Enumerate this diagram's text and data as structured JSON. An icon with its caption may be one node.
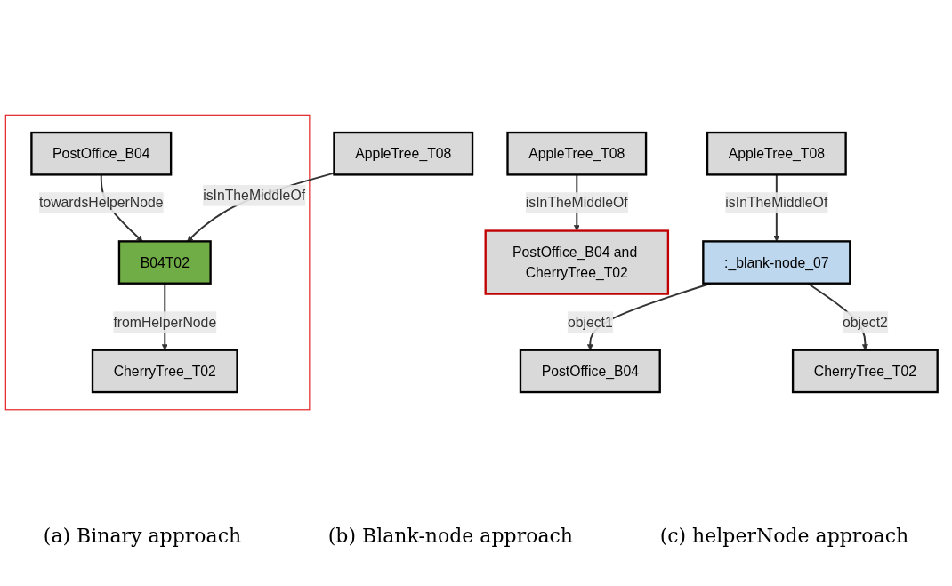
{
  "diagram": {
    "nodes": [
      {
        "text": [
          "AppleTree_T08"
        ]
      },
      {
        "text": [
          "PostOffice_B04 and CherryTree_T02"
        ]
      },
      {
        "text": [
          "PostOffice_B04"
        ]
      },
      {
        "text": [
          ":_blank-node_07"
        ]
      },
      {
        "text": [
          "CherryTree_T02"
        ]
      },
      {
        "text": [
          "AppleTree_T08"
        ]
      },
      {
        "text": [],
        "shape": "box"
      },
      {
        "text": [
          "CherryTree_T02"
        ],
        "in": 6
      },
      {
        "text": [
          "PostOffice_B04"
        ],
        "in": 6
      },
      {
        "text": [
          "B04T02"
        ],
        "in": 6
      },
      {
        "text": [
          "AppleTree_T08"
        ]
      }
    ],
    "edges": [
      {
        "from": 0,
        "to": 1,
        "arrow": "to",
        "label": "isInTheMiddleOf"
      },
      {
        "from": 3,
        "to": 2,
        "arrow": "to",
        "label": "object1"
      },
      {
        "from": 3,
        "to": 4,
        "arrow": "to",
        "label": "object2"
      },
      {
        "from": 5,
        "to": 3,
        "arrow": "to",
        "label": "isInTheMiddleOf"
      },
      {
        "from": 9,
        "to": 7,
        "arrow": "to",
        "label": "fromHelperNode"
      },
      {
        "from": 8,
        "to": 9,
        "arrow": "to",
        "label": "towardsHelperNode"
      },
      {
        "from": 10,
        "to": 9,
        "arrow": "to",
        "label": "isInTheMiddleOf"
      }
    ],
    "labels": [
      "(a) Binary approach",
      "(b) Blank-node approach",
      "(c) helperNode approach"
    ]
  }
}
